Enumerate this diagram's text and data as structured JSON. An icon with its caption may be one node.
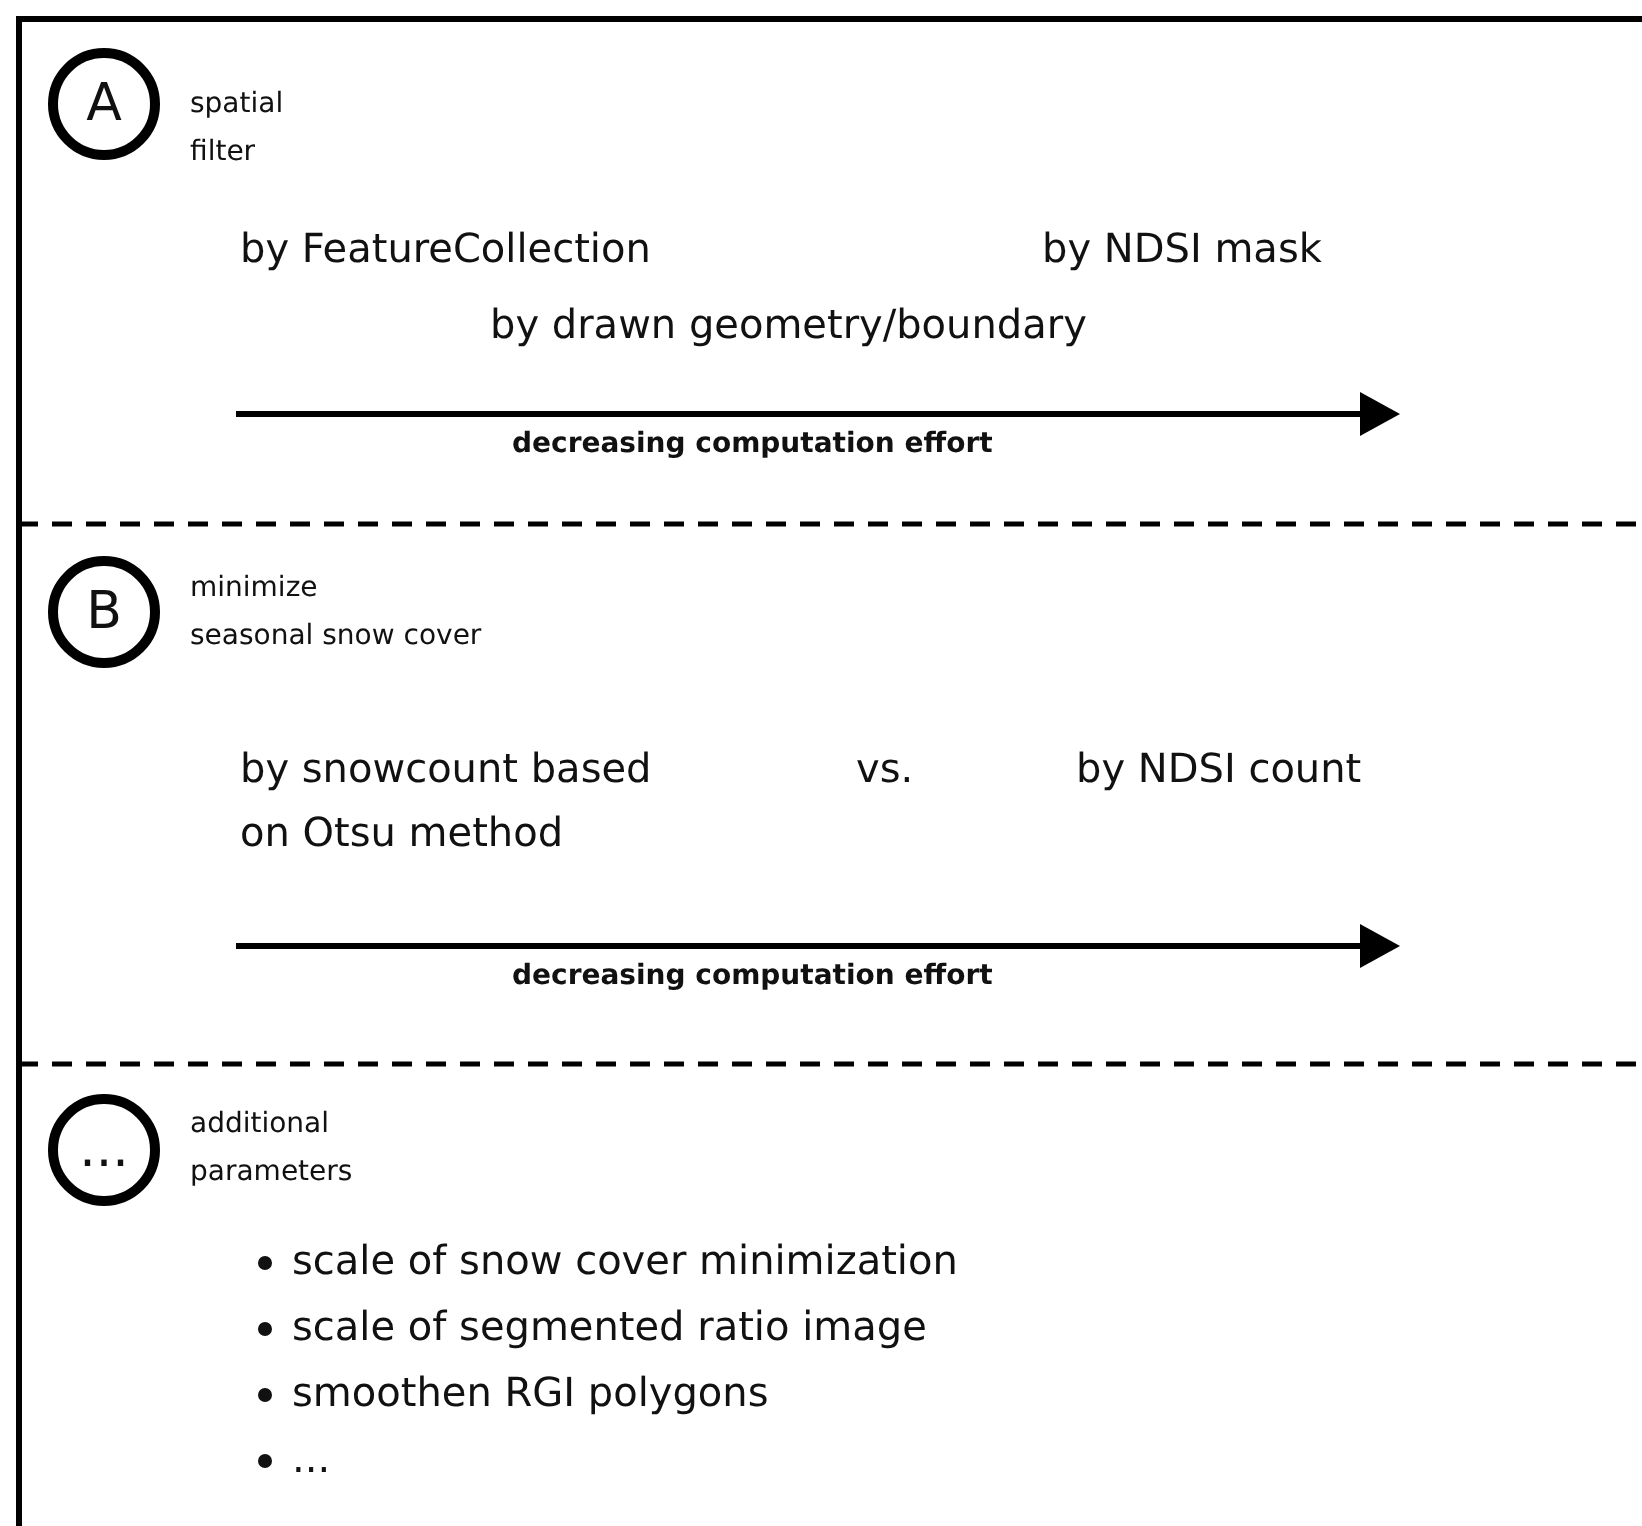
{
  "diagram": {
    "nodes": [
      {
        "text": [
          "A"
        ],
        "beside": [
          "spatial filter"
        ]
      },
      {
        "text": [
          "B"
        ],
        "beside": [
          "minimize seasonal snow cover"
        ]
      },
      {
        "text": [
          "..."
        ],
        "beside": [
          "additional parameters"
        ]
      }
    ],
    "labels": [
      "by FeatureCollection",
      "by NDSI mask",
      "by drawn geometry/boundary",
      "decreasing computation effort",
      "by snowcount based on Otsu method",
      "vs.",
      "by NDSI count",
      "decreasing computation effort",
      "scale of snow cover minimization",
      "scale of segmented ratio image",
      "smoothen RGI polygons",
      "..."
    ]
  }
}
